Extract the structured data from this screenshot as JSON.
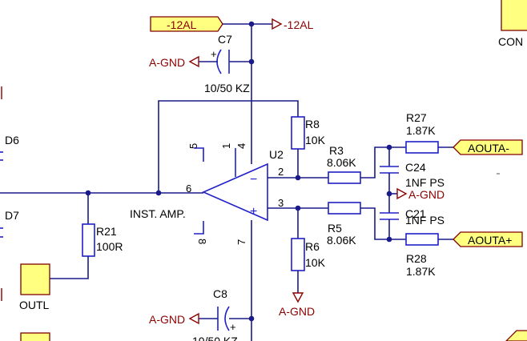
{
  "ports": {
    "neg12_left": "-12AL",
    "neg12_right": "-12AL",
    "aouta_minus": "AOUTA-",
    "aouta_plus": "AOUTA+",
    "outl": "OUTL",
    "con": "CON"
  },
  "ground_label": "A-GND",
  "components": {
    "c7": {
      "ref": "C7",
      "value": "10/50 KZ"
    },
    "c8": {
      "ref": "C8",
      "value": "10/50 KZ"
    },
    "r8": {
      "ref": "R8",
      "value": "10K"
    },
    "r3": {
      "ref": "R3",
      "value": "8.06K"
    },
    "r27": {
      "ref": "R27",
      "value": "1.87K"
    },
    "c24": {
      "ref": "C24",
      "value": "1NF PS"
    },
    "c21": {
      "ref": "C21",
      "value": "1NF PS"
    },
    "r5": {
      "ref": "R5",
      "value": "8.06K"
    },
    "r28": {
      "ref": "R28",
      "value": "1.87K"
    },
    "r6": {
      "ref": "R6",
      "value": "10K"
    },
    "r21": {
      "ref": "R21",
      "value": "100R"
    },
    "u2": {
      "ref": "U2",
      "desc": "INST. AMP."
    },
    "d6": {
      "ref": "D6"
    },
    "d7": {
      "ref": "D7"
    }
  },
  "pins": {
    "p1": "1",
    "p2": "2",
    "p3": "3",
    "p4": "4",
    "p5": "5",
    "p6": "6",
    "p7": "7",
    "p8": "8"
  },
  "polarity": {
    "plus": "+",
    "minus": "−"
  }
}
